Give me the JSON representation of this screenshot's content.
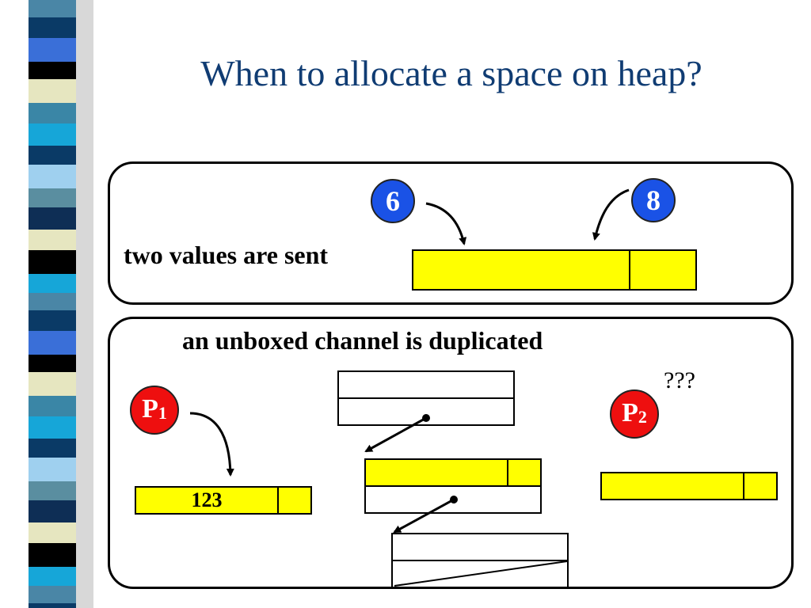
{
  "slide": {
    "title": "When to allocate a space on heap?"
  },
  "top_panel": {
    "label": "two values are sent",
    "value_left": "6",
    "value_right": "8"
  },
  "bottom_panel": {
    "label": "an unboxed channel is duplicated",
    "process_1": {
      "letter": "P",
      "index": "1"
    },
    "process_2": {
      "letter": "P",
      "index": "2"
    },
    "cell_value": "123",
    "question": "???"
  },
  "colors": {
    "title": "#103c73",
    "cell_fill": "#ffff00",
    "value_circle": "#1a52e6",
    "process_circle": "#ee0f0f"
  }
}
